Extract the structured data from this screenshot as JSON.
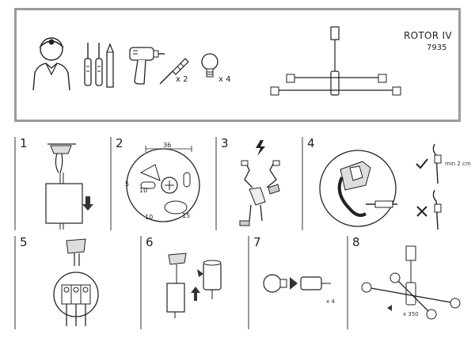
{
  "header": {
    "product_name": "ROTOR IV",
    "product_code": "7935",
    "screw_qty": "x 2",
    "bulb_qty": "x 4"
  },
  "steps": [
    {
      "number": "1"
    },
    {
      "number": "2",
      "dims": {
        "width": "36",
        "side": "5",
        "hole": "10",
        "a": "15",
        "b": "10"
      }
    },
    {
      "number": "3"
    },
    {
      "number": "4",
      "note": "min 2 cm"
    },
    {
      "number": "5"
    },
    {
      "number": "6"
    },
    {
      "number": "7",
      "qty": "x 4"
    },
    {
      "number": "8",
      "qty": "x 350"
    }
  ]
}
